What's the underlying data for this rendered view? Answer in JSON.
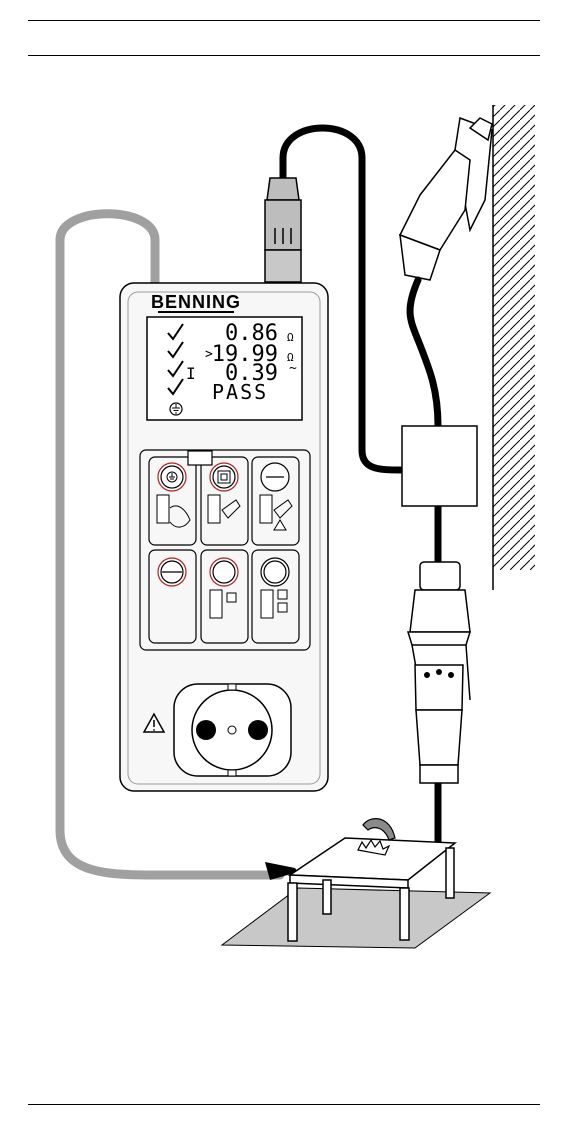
{
  "device": {
    "brand": "BENNING",
    "display": {
      "rows": [
        {
          "check": true,
          "prefix": "",
          "value": "0.86",
          "unit": "Ω"
        },
        {
          "check": true,
          "prefix": ">",
          "value": "19.99",
          "unit": "Ω"
        },
        {
          "check": true,
          "prefix": "I",
          "value": "0.39",
          "unit": "~"
        },
        {
          "check": true,
          "prefix": "",
          "value": "PASS",
          "unit": ""
        }
      ]
    }
  },
  "colors": {
    "line": "#000000",
    "grey_cable": "#a0a0a0",
    "housing": "#f7f7f7",
    "floor_mat": "#c8c8c8",
    "accent_ring": "#b02020"
  }
}
